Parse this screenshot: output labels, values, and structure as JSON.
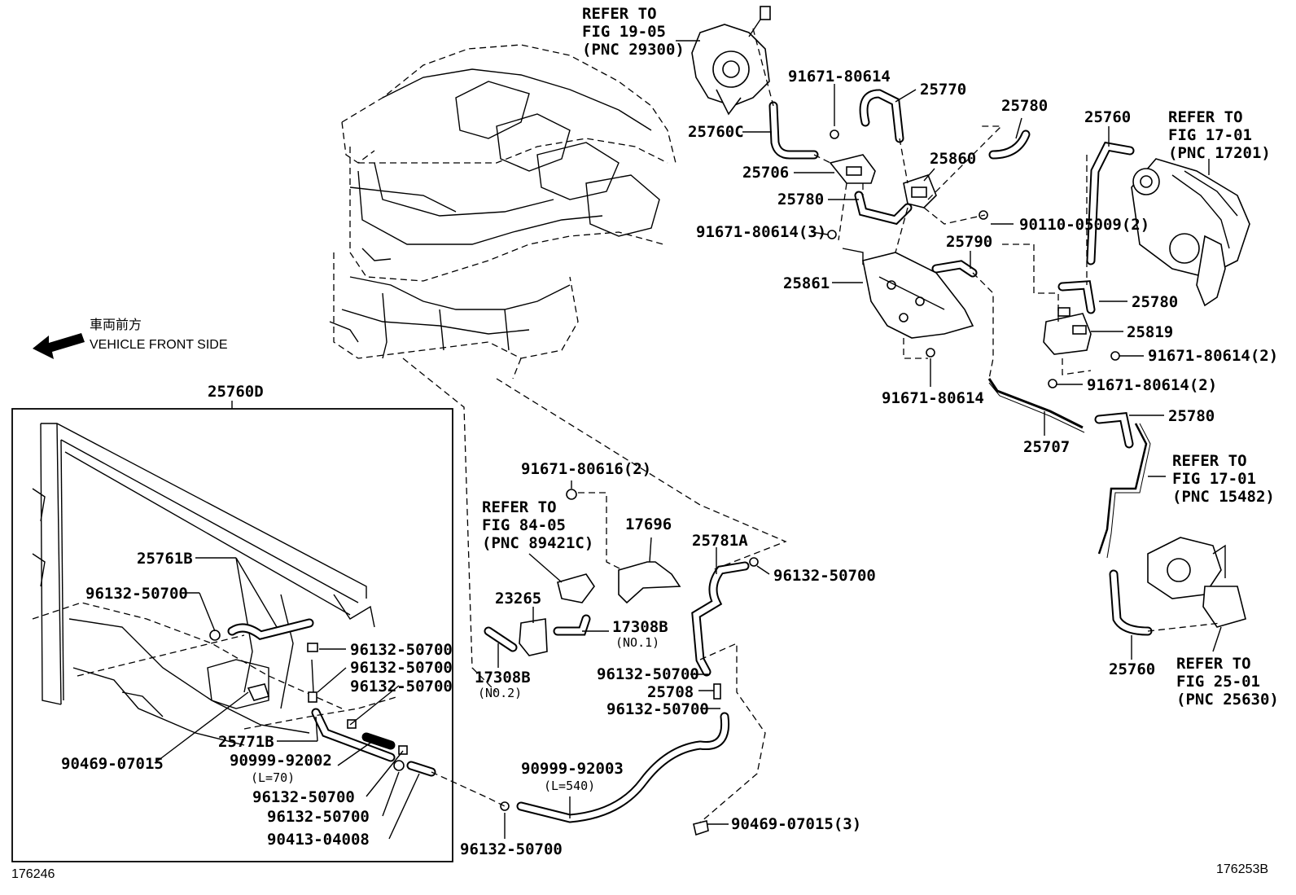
{
  "figure": {
    "code_left": "176246",
    "code_right": "176253B"
  },
  "direction": {
    "label_jp": "車両前方",
    "label_en": "VEHICLE FRONT SIDE"
  },
  "inset": {
    "title": "25760D"
  },
  "labels": {
    "l_ref1905_1": "REFER TO",
    "l_ref1905_2": "FIG 19-05",
    "l_ref1905_3": "(PNC 29300)",
    "l_91671_80614_a": "91671-80614",
    "l_25770": "25770",
    "l_25780_a": "25780",
    "l_25760_a": "25760",
    "l_ref1701a_1": "REFER TO",
    "l_ref1701a_2": "FIG 17-01",
    "l_ref1701a_3": "(PNC 17201)",
    "l_25760C": "25760C",
    "l_25706": "25706",
    "l_25860": "25860",
    "l_25780_b": "25780",
    "l_90110": "90110-05009(2)",
    "l_91671_3": "91671-80614(3)",
    "l_25790": "25790",
    "l_25861": "25861",
    "l_25780_c": "25780",
    "l_25819": "25819",
    "l_91671_2a": "91671-80614(2)",
    "l_91671_b": "91671-80614",
    "l_91671_2b": "91671-80614(2)",
    "l_25780_d": "25780",
    "l_25707": "25707",
    "l_ref1701b_1": "REFER TO",
    "l_ref1701b_2": "FIG 17-01",
    "l_ref1701b_3": "(PNC 15482)",
    "l_91671_80616": "91671-80616(2)",
    "l_ref8405_1": "REFER TO",
    "l_ref8405_2": "FIG 84-05",
    "l_ref8405_3": "(PNC 89421C)",
    "l_17696": "17696",
    "l_25781A": "25781A",
    "l_96132_a": "96132-50700",
    "l_23265": "23265",
    "l_17308B_1": "17308B",
    "l_no1": "(NO.1)",
    "l_17308B_2": "17308B",
    "l_no2": "(NO.2)",
    "l_96132_b": "96132-50700",
    "l_25708": "25708",
    "l_96132_c": "96132-50700",
    "l_90999_92003": "90999-92003",
    "l_L540": "(L=540)",
    "l_90469_3": "90469-07015(3)",
    "l_96132_d": "96132-50700",
    "l_25760_b": "25760",
    "l_ref2501_1": "REFER TO",
    "l_ref2501_2": "FIG 25-01",
    "l_ref2501_3": "(PNC 25630)",
    "l_25761B": "25761B",
    "l_96132_e": "96132-50700",
    "l_96132_f": "96132-50700",
    "l_96132_g": "96132-50700",
    "l_96132_h": "96132-50700",
    "l_25771B": "25771B",
    "l_90469_07015": "90469-07015",
    "l_90999_92002": "90999-92002",
    "l_L70": "(L=70)",
    "l_96132_i": "96132-50700",
    "l_96132_j": "96132-50700",
    "l_90413": "90413-04008"
  }
}
